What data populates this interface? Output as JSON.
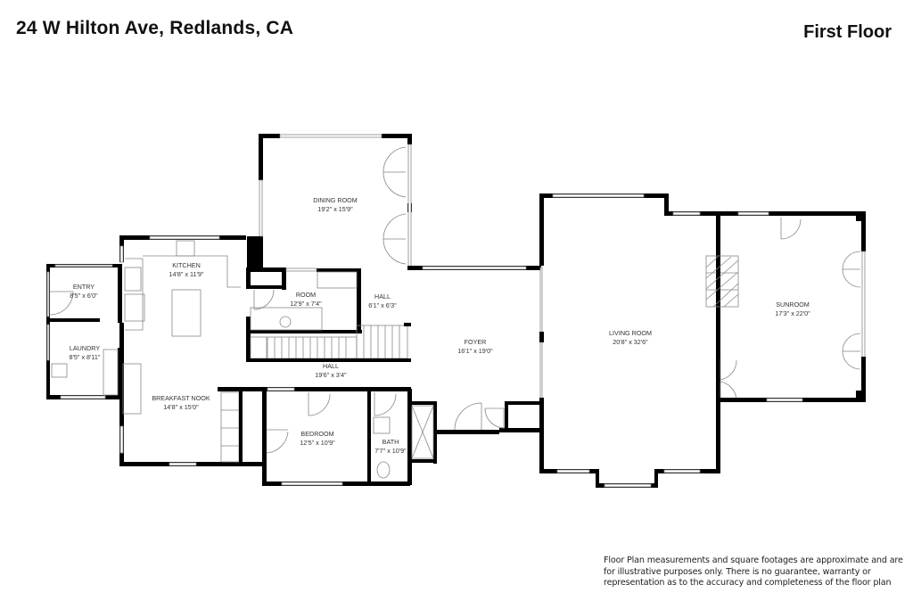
{
  "header": {
    "address": "24 W Hilton Ave, Redlands, CA",
    "floor": "First Floor"
  },
  "rooms": [
    {
      "id": "dining-room",
      "name": "DINING ROOM",
      "dim": "19'2\" x 15'9\""
    },
    {
      "id": "kitchen",
      "name": "KITCHEN",
      "dim": "14'8\" x 11'9\""
    },
    {
      "id": "entry",
      "name": "ENTRY",
      "dim": "8'5\" x 6'0\""
    },
    {
      "id": "laundry",
      "name": "LAUNDRY",
      "dim": "8'5\" x 8'11\""
    },
    {
      "id": "room",
      "name": "ROOM",
      "dim": "12'9\" x 7'4\""
    },
    {
      "id": "hall-small",
      "name": "HALL",
      "dim": "6'1\" x 6'3\""
    },
    {
      "id": "hall-long",
      "name": "HALL",
      "dim": "19'6\" x 3'4\""
    },
    {
      "id": "breakfast-nook",
      "name": "BREAKFAST NOOK",
      "dim": "14'8\" x 15'0\""
    },
    {
      "id": "bedroom",
      "name": "BEDROOM",
      "dim": "12'5\" x 10'9\""
    },
    {
      "id": "bath",
      "name": "BATH",
      "dim": "7'7\" x 10'9\""
    },
    {
      "id": "foyer",
      "name": "FOYER",
      "dim": "16'1\" x 19'0\""
    },
    {
      "id": "living-room",
      "name": "LIVING ROOM",
      "dim": "20'8\" x 32'6\""
    },
    {
      "id": "sunroom",
      "name": "SUNROOM",
      "dim": "17'3\" x 22'0\""
    }
  ],
  "disclaimer": "Floor Plan measurements and square footages are approximate and are for illustrative purposes only. There is no guarantee, warranty or representation as to the accuracy and completeness of the floor plan"
}
